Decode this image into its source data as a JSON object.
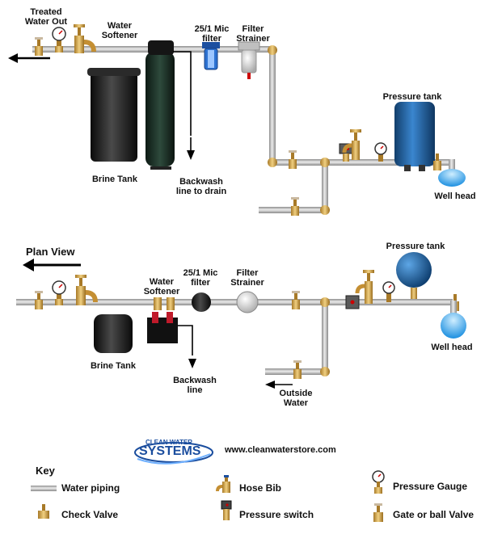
{
  "elevation": {
    "treated_water_out": "Treated\nWater Out",
    "water_softener": "Water\nSoftener",
    "mic_filter": "25/1 Mic\nfilter",
    "filter_strainer": "Filter\nStrainer",
    "pressure_tank": "Pressure tank",
    "brine_tank": "Brine Tank",
    "backwash": "Backwash\nline to drain",
    "well_head": "Well head"
  },
  "plan": {
    "title": "Plan View",
    "water_softener": "Water\nSoftener",
    "mic_filter": "25/1 Mic\nfilter",
    "filter_strainer": "Filter\nStrainer",
    "pressure_tank": "Pressure tank",
    "brine_tank": "Brine Tank",
    "backwash": "Backwash\nline",
    "well_head": "Well head",
    "outside_water": "Outside\nWater"
  },
  "brand": {
    "logo_top": "CLEAN WATER",
    "logo_main": "SYSTEMS",
    "website": "www.cleanwaterstore.com"
  },
  "key": {
    "title": "Key",
    "water_piping": "Water piping",
    "check_valve": "Check Valve",
    "hose_bib": "Hose Bib",
    "pressure_switch": "Pressure switch",
    "pressure_gauge": "Pressure Gauge",
    "gate_valve": "Gate or ball Valve"
  },
  "colors": {
    "pipe": "#b9b9b9",
    "brass": "#d2a04a",
    "tank_blue": "#1f5f9c",
    "dark": "#1b1b1b",
    "water": "#3aa0e8"
  }
}
